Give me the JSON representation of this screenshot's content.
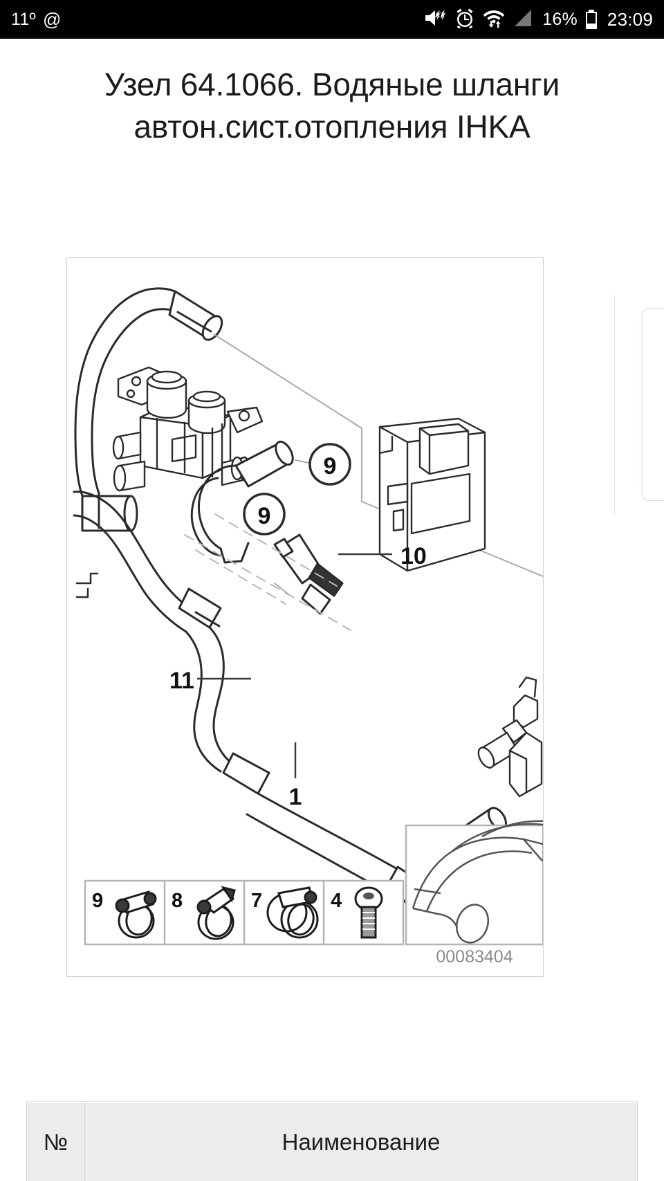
{
  "statusbar": {
    "temperature": "11º",
    "account_icon": "@",
    "icons": [
      {
        "name": "volume-mute-vibrate-icon"
      },
      {
        "name": "alarm-clock-icon"
      },
      {
        "name": "wifi-data-transfer-icon"
      },
      {
        "name": "cellular-signal-icon"
      }
    ],
    "battery_percent": "16%",
    "battery_icon": "battery-low-icon",
    "clock": "23:09"
  },
  "page": {
    "title": "Узел 64.1066. Водяные шланги автон.сист.отопления IHKA"
  },
  "diagram": {
    "drawing_number": "00083404",
    "callouts": [
      {
        "id": "callout-11",
        "label": "11",
        "style": "plain"
      },
      {
        "id": "callout-9-upper",
        "label": "9",
        "style": "circle"
      },
      {
        "id": "callout-9-lower",
        "label": "9",
        "style": "circle"
      },
      {
        "id": "callout-10",
        "label": "10",
        "style": "plain"
      },
      {
        "id": "callout-1",
        "label": "1",
        "style": "plain"
      }
    ],
    "legend": [
      {
        "number": "9",
        "icon": "hose-clamp-icon"
      },
      {
        "number": "8",
        "icon": "hose-clamp-icon"
      },
      {
        "number": "7",
        "icon": "double-hose-clamp-icon"
      },
      {
        "number": "4",
        "icon": "bolt-screw-icon"
      }
    ],
    "vehicle_thumbnail": "car-front-outline-icon"
  },
  "parts_table": {
    "columns": [
      {
        "key": "no",
        "label": "№"
      },
      {
        "key": "name",
        "label": "Наименование"
      }
    ]
  }
}
